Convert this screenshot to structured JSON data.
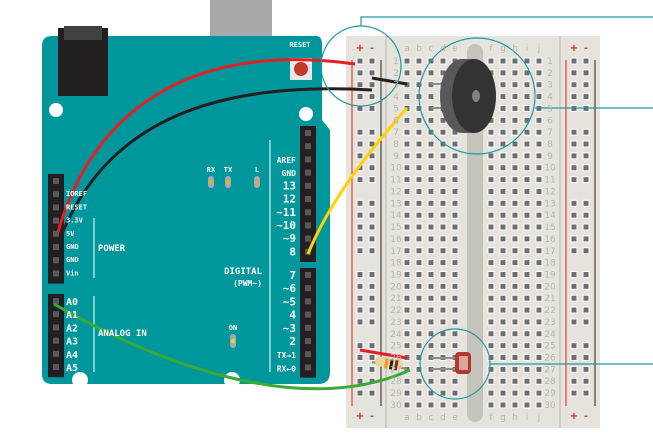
{
  "board": {
    "reset_label": "RESET",
    "leds": [
      "RX",
      "TX",
      "L"
    ],
    "on_label": "ON",
    "power_pins": [
      "IOREF",
      "RESET",
      "3.3V",
      "5V",
      "GND",
      "GND",
      "Vin"
    ],
    "power_label": "POWER",
    "analog_pins": [
      "A0",
      "A1",
      "A2",
      "A3",
      "A4",
      "A5"
    ],
    "analog_label": "ANALOG IN",
    "digital_top": [
      "AREF",
      "GND",
      "13",
      "12",
      "~11",
      "~10",
      "~9",
      "8"
    ],
    "digital_bottom": [
      "7",
      "~6",
      "~5",
      "4",
      "~3",
      "2",
      "TX→1",
      "RX←0"
    ],
    "digital_label": "DIGITAL",
    "pwm_label": "(PWM~)",
    "color": "#00979c"
  },
  "breadboard": {
    "columns_left": [
      "a",
      "b",
      "c",
      "d",
      "e"
    ],
    "columns_right": [
      "f",
      "g",
      "h",
      "i",
      "j"
    ],
    "rows": 30,
    "rail_plus": "+",
    "rail_minus": "-"
  },
  "wires": {
    "red": "#e31e24",
    "black": "#231f20",
    "yellow": "#ffd200",
    "green": "#3aaa35"
  },
  "callout_color": "#1e9aa6"
}
